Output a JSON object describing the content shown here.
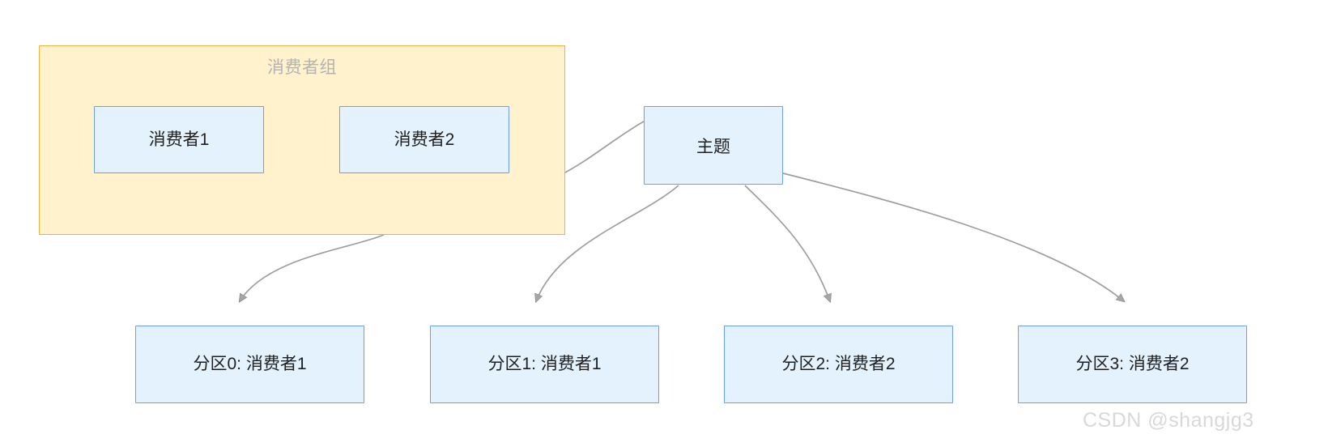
{
  "diagram": {
    "type": "kafka-consumer-group-partition-assignment",
    "background": "#ffffff",
    "group": {
      "title": "消费者组",
      "fill": "#fff2cc",
      "stroke": "#f5b041",
      "title_color": "#b3b3b3"
    },
    "consumers": [
      {
        "label": "消费者1"
      },
      {
        "label": "消费者2"
      }
    ],
    "topic": {
      "label": "主题"
    },
    "partitions": [
      {
        "label": "分区0: 消费者1"
      },
      {
        "label": "分区1: 消费者1"
      },
      {
        "label": "分区2: 消费者2"
      },
      {
        "label": "分区3: 消费者2"
      }
    ],
    "node_colors": {
      "fill": "#e3f2fd",
      "stroke": "#6c9ef8",
      "text": "#1f1f1f"
    },
    "edge_color": "#9e9e9e",
    "edges": [
      {
        "from": "consumer-group",
        "to": "partition-0"
      },
      {
        "from": "topic",
        "to": "partition-1"
      },
      {
        "from": "topic",
        "to": "partition-2"
      },
      {
        "from": "topic",
        "to": "partition-3"
      },
      {
        "from": "topic",
        "to": "consumer-group"
      }
    ]
  },
  "watermark": {
    "text": "CSDN @shangjg3"
  }
}
